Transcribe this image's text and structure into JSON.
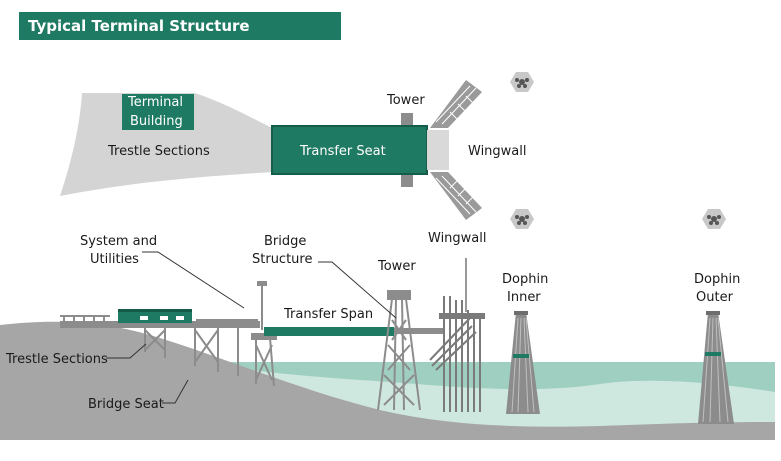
{
  "title": "Typical Terminal Structure",
  "plan_view": {
    "terminal_building": [
      "Terminal",
      "Building"
    ],
    "trestle_sections": "Trestle Sections",
    "transfer_seat": "Transfer Seat",
    "tower": "Tower",
    "wingwall": "Wingwall"
  },
  "elevation_view": {
    "system_utilities": [
      "System and",
      "Utilities"
    ],
    "bridge_structure": [
      "Bridge",
      "Structure"
    ],
    "tower": "Tower",
    "wingwall": "Wingwall",
    "transfer_span": "Transfer Span",
    "dolphin_inner": [
      "Dophin",
      "Inner"
    ],
    "dolphin_outer": [
      "Dophin",
      "Outer"
    ],
    "trestle_sections": "Trestle Sections",
    "bridge_seat": "Bridge Seat"
  },
  "colors": {
    "brand_green": "#1f7a63",
    "structure_gray": "#8c8c8c",
    "light_gray": "#cfcfcf",
    "ground_gray": "#a6a6a6",
    "water_teal": "#9fcfc0"
  }
}
